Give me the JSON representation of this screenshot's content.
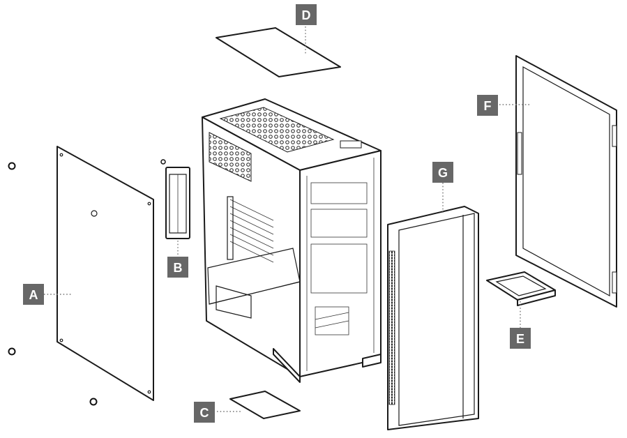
{
  "diagram": {
    "parts": [
      {
        "id": "A",
        "label": "A"
      },
      {
        "id": "B",
        "label": "B"
      },
      {
        "id": "C",
        "label": "C"
      },
      {
        "id": "D",
        "label": "D"
      },
      {
        "id": "E",
        "label": "E"
      },
      {
        "id": "F",
        "label": "F"
      },
      {
        "id": "G",
        "label": "G"
      }
    ]
  },
  "colors": {
    "callout_box": "#676767",
    "callout_text": "#ffffff",
    "line_art": "#1a1a1a",
    "background": "#ffffff"
  }
}
